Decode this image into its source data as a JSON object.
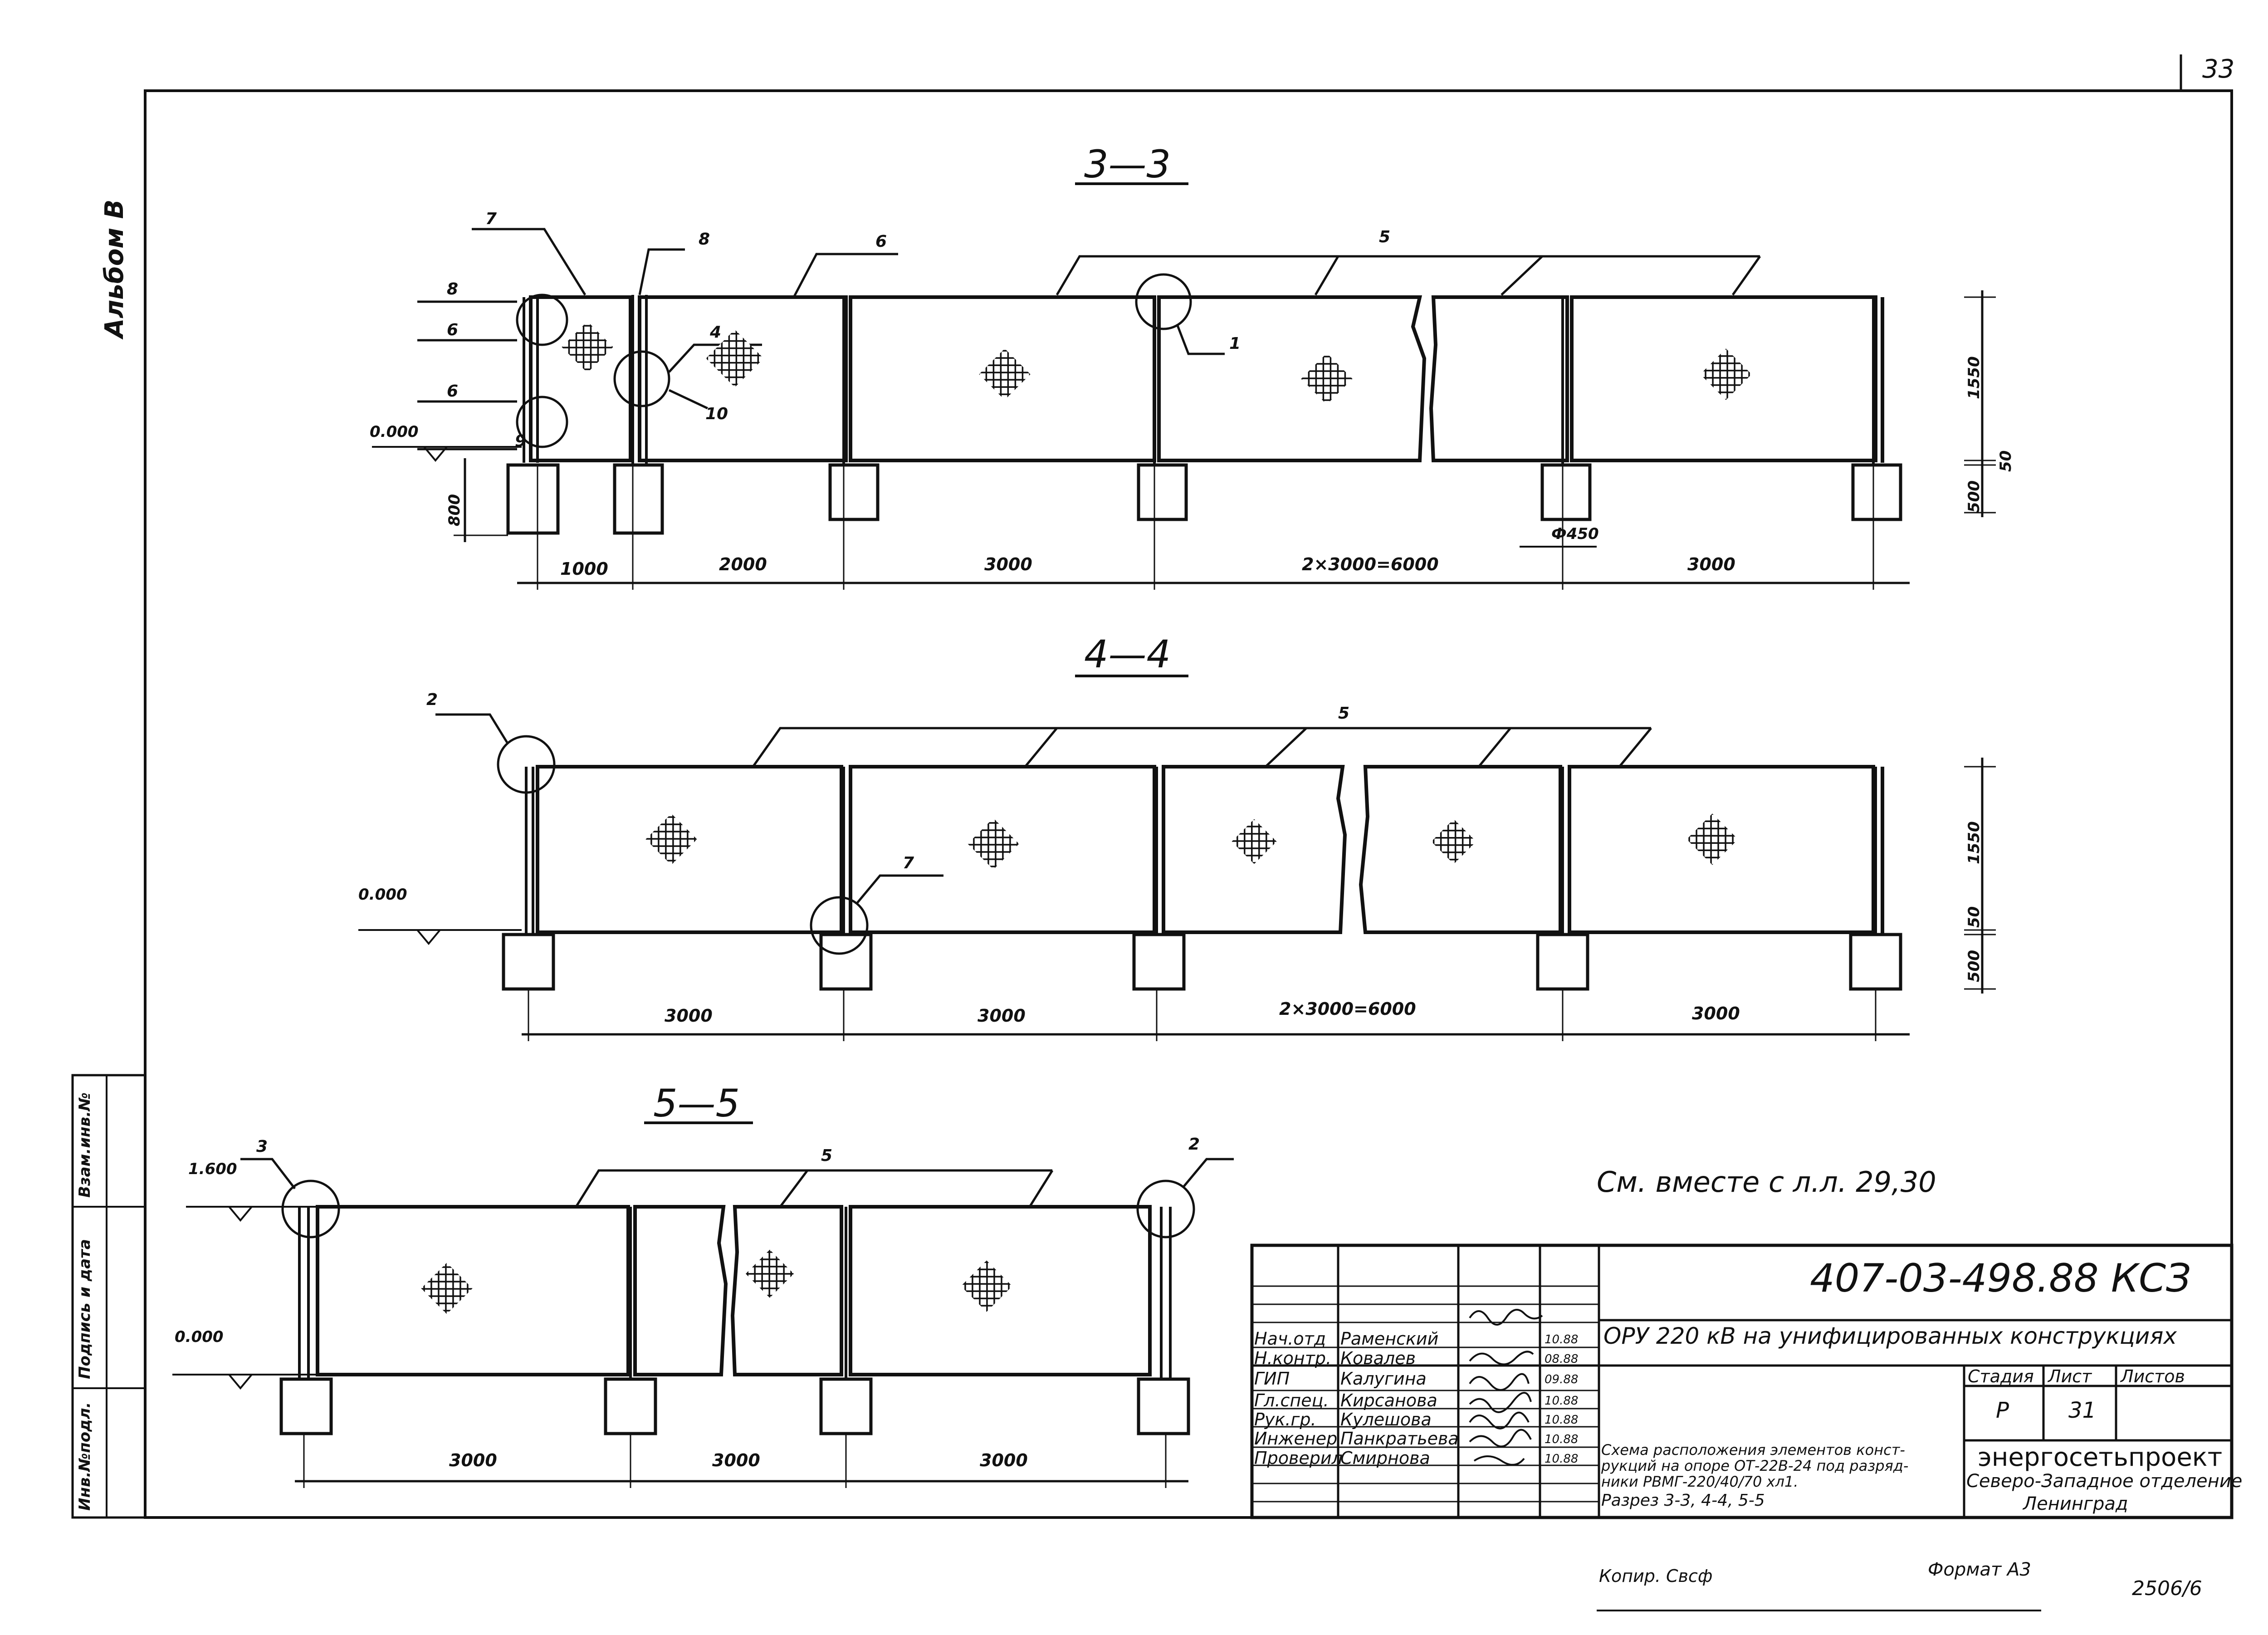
{
  "sheet": {
    "page_number": "33",
    "album": "Альбом В",
    "note": "См. вместе с л.л. 29,30",
    "bottom_copied": "Копир. Свсф",
    "bottom_format": "Формат А3",
    "corner_number": "2506/6"
  },
  "side_stamp": {
    "inv_orig": "Инв.№подл.",
    "sign_date": "Подпись и дата",
    "replace_inv": "Взам.инв.№"
  },
  "sections": {
    "s33": {
      "title": "3—3",
      "leaders": [
        "7",
        "8",
        "6",
        "5",
        "8",
        "6",
        "6",
        "9",
        "4",
        "10",
        "1"
      ],
      "level": "0.000",
      "dims_h": [
        "1000",
        "2000",
        "3000",
        "2×3000=6000",
        "3000"
      ],
      "dims_v": [
        "1550",
        "50",
        "500",
        "800"
      ],
      "diameter": "Ф450"
    },
    "s44": {
      "title": "4—4",
      "leaders": [
        "2",
        "5",
        "7"
      ],
      "level": "0.000",
      "dims_h": [
        "3000",
        "3000",
        "2×3000=6000",
        "3000"
      ],
      "dims_v": [
        "1550",
        "50",
        "500"
      ]
    },
    "s55": {
      "title": "5—5",
      "leaders": [
        "3",
        "5",
        "2"
      ],
      "level_top": "1.600",
      "level": "0.000",
      "dims_h": [
        "3000",
        "3000",
        "3000"
      ]
    }
  },
  "title_block": {
    "doc_code": "407-03-498.88 КСЗ",
    "project": "ОРУ 220 кВ на унифицированных конструкциях",
    "stage_header": "Стадия",
    "sheet_header": "Лист",
    "sheets_header": "Листов",
    "stage": "Р",
    "sheet": "31",
    "sheets": "",
    "roles": [
      "Нач.отд",
      "Н.контр.",
      "ГИП",
      "Гл.спец.",
      "Рук.гр.",
      "Инженер",
      "Проверил"
    ],
    "names": [
      "Раменский",
      "Ковалев",
      "Калугина",
      "Кирсанова",
      "Кулешова",
      "Панкратьева",
      "Смирнова"
    ],
    "dates": [
      "10.88",
      "08.88",
      "09.88",
      "10.88",
      "10.88",
      "10.88",
      "10.88"
    ],
    "description": [
      "Схема расположения элементов конст-",
      "рукций на опоре ОТ-22В-24 под разряд-",
      "ники РВМГ-220/40/70 хл1.",
      "Разрез 3-3, 4-4, 5-5"
    ],
    "org": [
      "энергосетьпроект",
      "Северо-Западное отделение",
      "Ленинград"
    ]
  }
}
